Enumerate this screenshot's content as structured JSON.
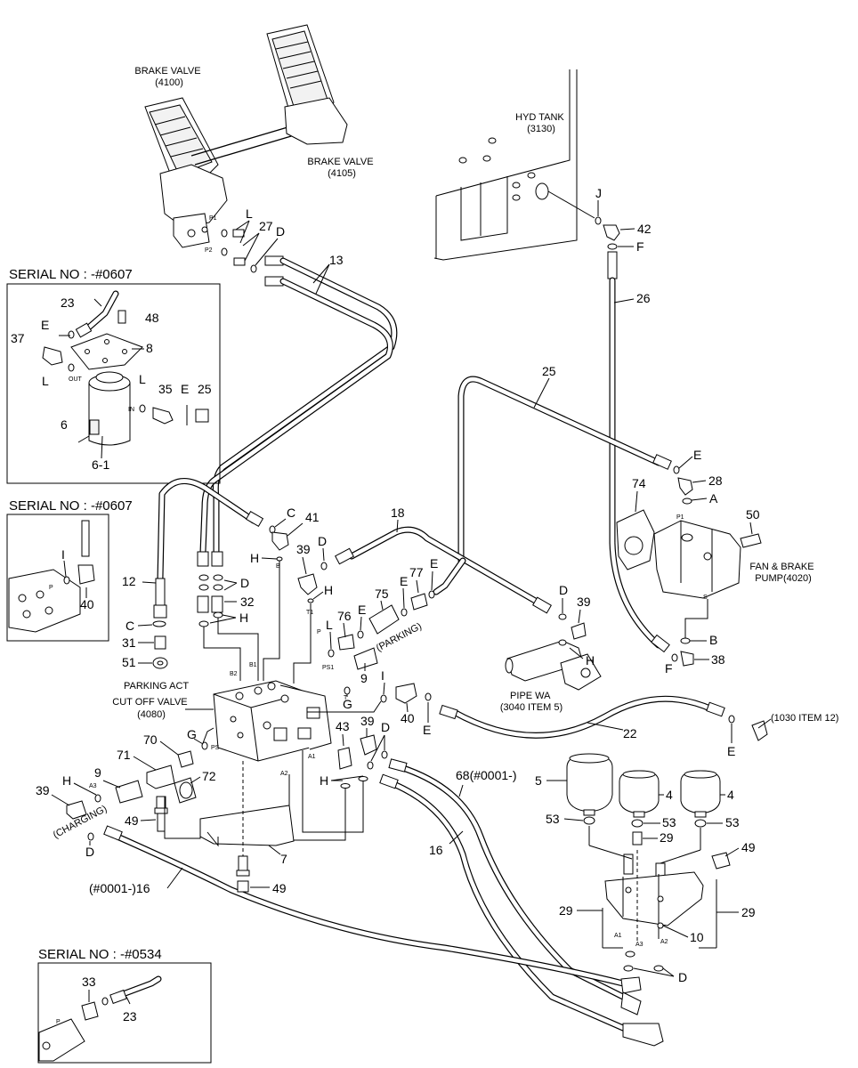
{
  "components": {
    "brake_valve_4100": "BRAKE VALVE\n(4100)",
    "brake_valve_4105": "BRAKE VALVE\n(4105)",
    "hyd_tank": "HYD TANK\n(3130)",
    "fan_brake_pump": "FAN & BRAKE\nPUMP(4020)",
    "cut_off_valve": "CUT OFF VALVE\n(4080)",
    "parking_act": "PARKING ACT",
    "pipe_wa": "PIPE WA\n(3040 ITEM 5)",
    "ref_1030": "(1030 ITEM 12)",
    "parking_note": "(PARKING)",
    "charging_note": "(CHARGING)"
  },
  "insets": [
    {
      "title": "SERIAL NO : -#0607",
      "labels": [
        "23",
        "48",
        "E",
        "8",
        "37",
        "L",
        "OUT",
        "L",
        "IN",
        "35",
        "E",
        "25",
        "6",
        "6-1"
      ]
    },
    {
      "title": "SERIAL NO : -#0607",
      "labels": [
        "I",
        "P",
        "40"
      ]
    },
    {
      "title": "SERIAL NO : -#0534",
      "labels": [
        "33",
        "23",
        "P"
      ]
    }
  ],
  "callouts": {
    "c_L1": "L",
    "c_27": "27",
    "c_D1": "D",
    "c_13": "13",
    "c_J": "J",
    "c_42": "42",
    "c_F1": "F",
    "c_26": "26",
    "c_25": "25",
    "c_E1": "E",
    "c_28": "28",
    "c_A": "A",
    "c_74": "74",
    "c_50": "50",
    "c_B": "B",
    "c_F2": "F",
    "c_38": "38",
    "c_C1": "C",
    "c_41": "41",
    "c_18": "18",
    "c_D2": "D",
    "c_39a": "39",
    "c_H1": "H",
    "c_H2": "H",
    "c_E2": "E",
    "c_75": "75",
    "c_77": "77",
    "c_E3": "E",
    "c_D3": "D",
    "c_39b": "39",
    "c_L2": "L",
    "c_76": "76",
    "c_E4": "E",
    "c_9a": "9",
    "c_G1": "G",
    "c_H3": "H",
    "c_12": "12",
    "c_D4": "D",
    "c_32": "32",
    "c_H4": "H",
    "c_C2": "C",
    "c_31": "31",
    "c_51": "51",
    "c_I": "I",
    "c_40": "40",
    "c_E5": "E",
    "c_22": "22",
    "c_E6": "E",
    "c_43": "43",
    "c_39c": "39",
    "c_D5": "D",
    "c_G2": "G",
    "c_70": "70",
    "c_71": "71",
    "c_72": "72",
    "c_9b": "9",
    "c_H5": "H",
    "c_39d": "39",
    "c_49a": "49",
    "c_D6": "D",
    "c_7": "7",
    "c_49b": "49",
    "c_16a": "(#0001-)16",
    "c_68": "68(#0001-)",
    "c_16b": "16",
    "c_H6": "H",
    "c_5": "5",
    "c_4a": "4",
    "c_4b": "4",
    "c_53a": "53",
    "c_53b": "53",
    "c_53c": "53",
    "c_29a": "29",
    "c_49c": "49",
    "c_29b": "29",
    "c_29c": "29",
    "c_10": "10",
    "c_D7": "D",
    "c_A1": "A1",
    "c_A2": "A2",
    "c_A3": "A3"
  },
  "ports": {
    "p1": "P1",
    "p2": "P2",
    "b1": "B1",
    "b2": "B2",
    "t1": "T1",
    "ps1": "PS1",
    "p": "P",
    "t": "T",
    "ps": "PS",
    "a1": "A1",
    "a2": "A2",
    "a3": "A3",
    "b": "B",
    "s": "S",
    "pump_p1": "P1",
    "pump_s": "S"
  }
}
